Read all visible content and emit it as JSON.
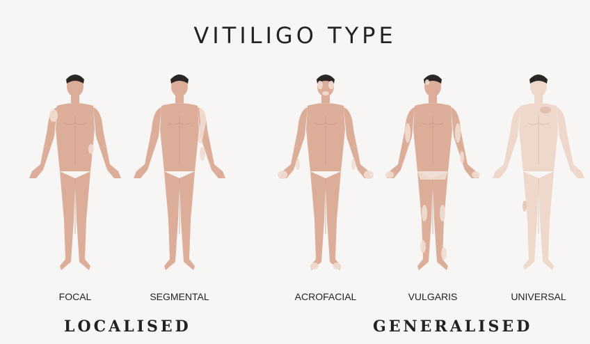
{
  "title": "VITILIGO TYPE",
  "figures": [
    {
      "label": "FOCAL",
      "group": "localised",
      "icon": "body-focal-vitiligo-icon"
    },
    {
      "label": "SEGMENTAL",
      "group": "localised",
      "icon": "body-segmental-vitiligo-icon"
    },
    {
      "label": "ACROFACIAL",
      "group": "generalised",
      "icon": "body-acrofacial-vitiligo-icon"
    },
    {
      "label": "VULGARIS",
      "group": "generalised",
      "icon": "body-vulgaris-vitiligo-icon"
    },
    {
      "label": "UNIVERSAL",
      "group": "generalised",
      "icon": "body-universal-vitiligo-icon"
    }
  ],
  "groups": {
    "localised": "LOCALISED",
    "generalised": "GENERALISED"
  },
  "colors": {
    "skin": "#dcae99",
    "skin_shadow": "#c79580",
    "patch": "#f1ddd2",
    "hair": "#2a2624",
    "background": "#f7f6f4"
  }
}
